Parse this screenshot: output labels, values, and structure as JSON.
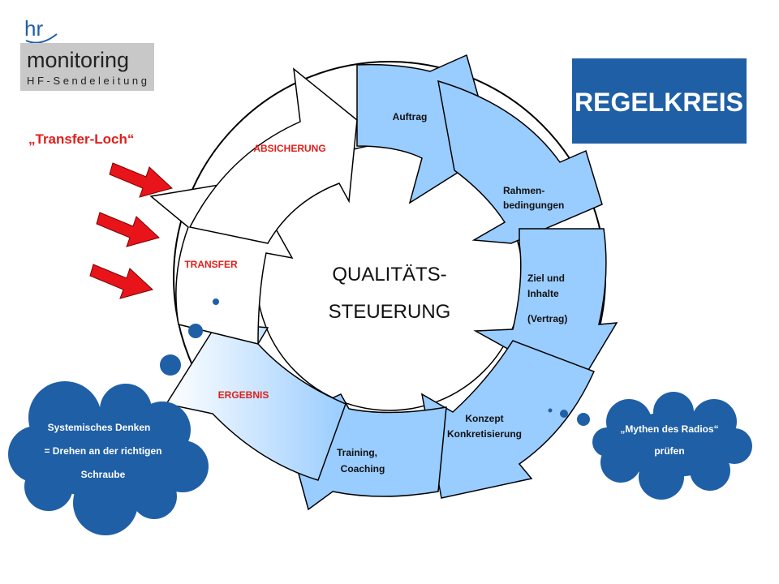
{
  "logo": {
    "brand": "hr",
    "title": "monitoring",
    "subtitle": "HF-Sendeleitung"
  },
  "badge": {
    "text": "REGELKREIS",
    "color": "#1f5fa6"
  },
  "transfer_loch": "„Transfer-Loch“",
  "center": {
    "line1": "QUALITÄTS-",
    "line2": "STEUERUNG"
  },
  "segments": {
    "auftrag": "Auftrag",
    "rahmen_1": "Rahmen-",
    "rahmen_2": "bedingungen",
    "ziel_1": "Ziel und",
    "ziel_2": "Inhalte",
    "ziel_3": "(Vertrag)",
    "konzept_1": "Konzept",
    "konzept_2": "Konkretisierung",
    "training_1": "Training,",
    "training_2": "Coaching",
    "ergebnis": "ERGEBNIS",
    "transfer": "TRANSFER",
    "absicherung": "ABSICHERUNG"
  },
  "cloud_left": {
    "line1": "Systemisches Denken",
    "line2": "= Drehen an der richtigen",
    "line3": "Schraube"
  },
  "cloud_right": {
    "line1": "„Mythen des Radios“",
    "line2": "prüfen"
  },
  "colors": {
    "arrow_fill": "#99ccff",
    "cloud": "#1f5fa6",
    "red_label": "#e0201c",
    "red_arrow": "#e8141a"
  }
}
